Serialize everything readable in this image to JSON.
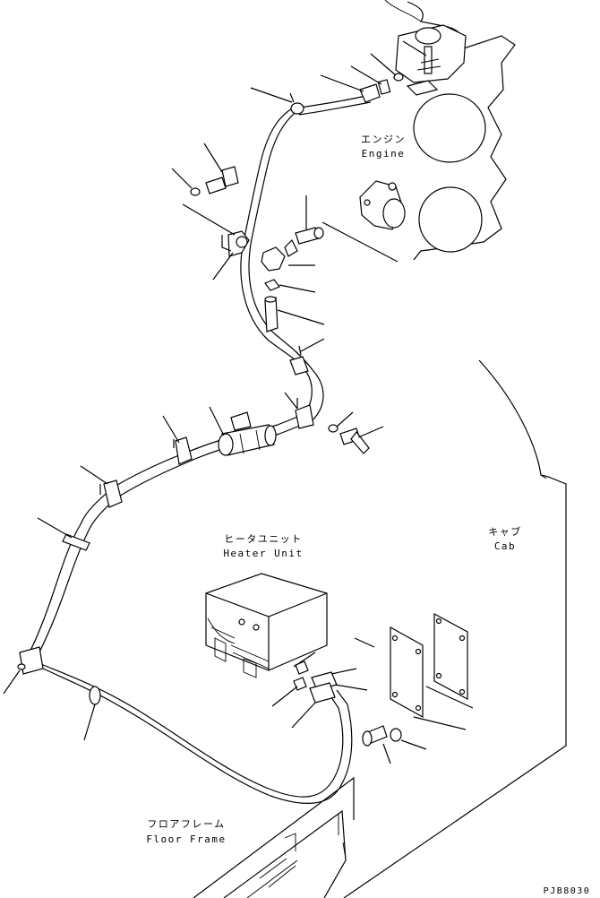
{
  "labels": {
    "engine_jp": "エンジン",
    "engine_en": "Engine",
    "heater_jp": "ヒータユニット",
    "heater_en": "Heater Unit",
    "cab_jp": "キャブ",
    "cab_en": "Cab",
    "floor_jp": "フロアフレーム",
    "floor_en": "Floor Frame",
    "drawing_code": "PJB8030"
  }
}
